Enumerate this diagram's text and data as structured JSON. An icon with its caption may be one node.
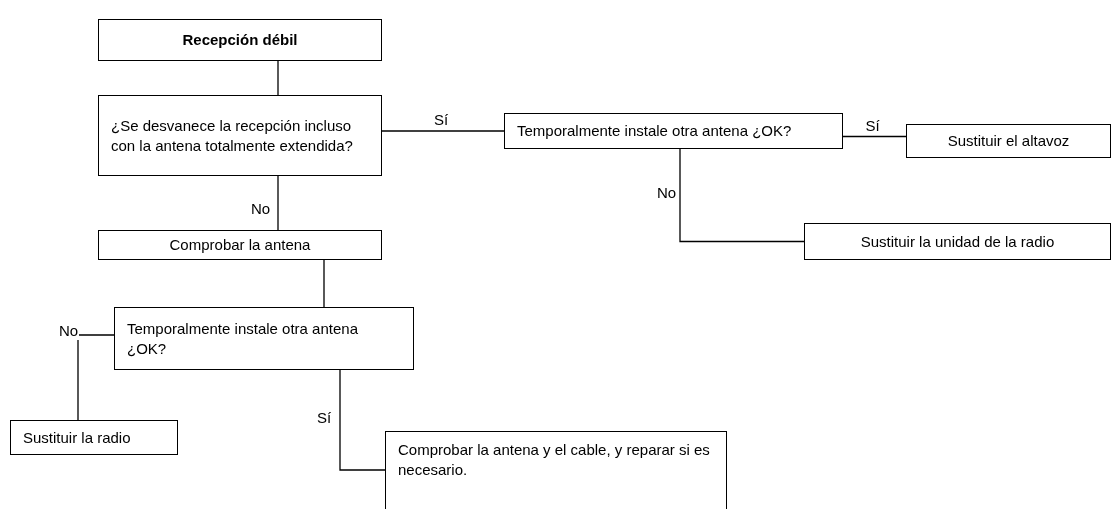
{
  "diagram": {
    "nodes": [
      {
        "text": [
          "Recepción débil"
        ]
      },
      {
        "text": [
          "¿Se desvanece la recepción incluso con la antena totalmente extendida?"
        ]
      },
      {
        "text": [
          "Temporalmente instale otra antena ¿OK?"
        ]
      },
      {
        "text": [
          "Sustituir el altavoz"
        ]
      },
      {
        "text": [
          "Sustituir la unidad de la radio"
        ]
      },
      {
        "text": [
          "Comprobar la antena"
        ]
      },
      {
        "text": [
          "Temporalmente instale otra antena ¿OK?"
        ]
      },
      {
        "text": [
          "Sustituir la radio"
        ]
      },
      {
        "text": [
          "Comprobar la antena y el cable, y reparar si es necesario."
        ]
      }
    ],
    "edges": [
      {
        "from": 0,
        "to": 1,
        "arrow": "none"
      },
      {
        "from": 1,
        "to": 2,
        "arrow": "none",
        "label": "Sí"
      },
      {
        "from": 2,
        "to": 3,
        "arrow": "none",
        "label": "Sí"
      },
      {
        "from": 2,
        "to": 4,
        "arrow": "none",
        "label": "No"
      },
      {
        "from": 1,
        "to": 5,
        "arrow": "none",
        "label": "No"
      },
      {
        "from": 5,
        "to": 6,
        "arrow": "none"
      },
      {
        "from": 6,
        "to": 7,
        "arrow": "none",
        "label": "No"
      },
      {
        "from": 6,
        "to": 8,
        "arrow": "none",
        "label": "Sí"
      }
    ]
  }
}
